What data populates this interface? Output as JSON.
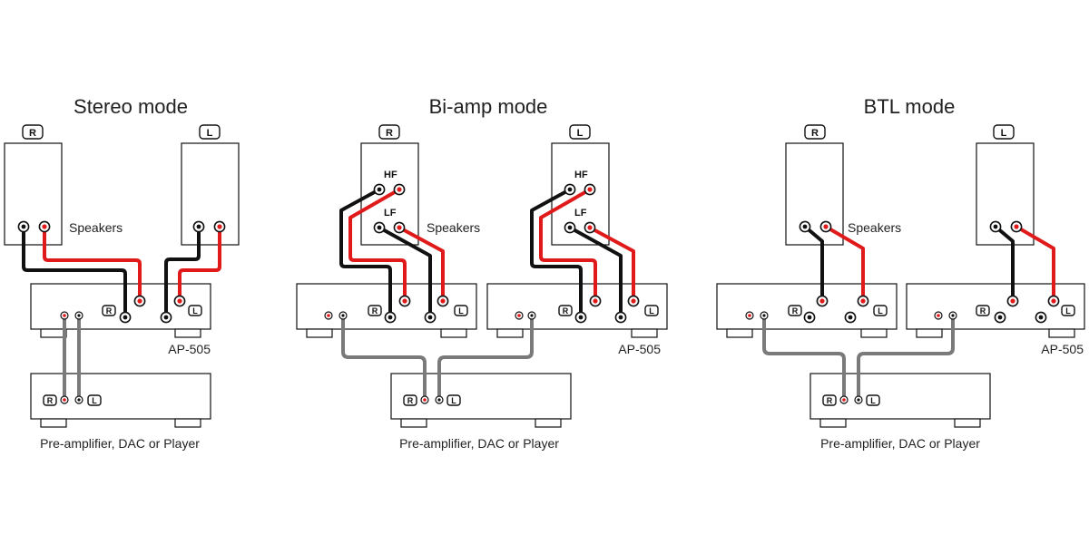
{
  "colors": {
    "positive_wire": "#e01a1a",
    "negative_wire": "#111111",
    "signal_cable": "#7a7a7a"
  },
  "panels": [
    {
      "title": "Stereo mode",
      "speaker_left_tag": "R",
      "speaker_right_tag": "L",
      "speakers_label": "Speakers",
      "amp_label": "AP-505",
      "amp_out_r": "R",
      "amp_out_l": "L",
      "source_label": "Pre-amplifier, DAC or Player",
      "source_r": "R",
      "source_l": "L"
    },
    {
      "title": "Bi-amp mode",
      "speaker_left_tag": "R",
      "speaker_right_tag": "L",
      "hf": "HF",
      "lf": "LF",
      "speakers_label": "Speakers",
      "amp_label": "AP-505",
      "amp_out_r": "R",
      "amp_out_l": "L",
      "source_label": "Pre-amplifier, DAC or Player",
      "source_r": "R",
      "source_l": "L"
    },
    {
      "title": "BTL mode",
      "speaker_left_tag": "R",
      "speaker_right_tag": "L",
      "speakers_label": "Speakers",
      "amp_label": "AP-505",
      "amp_out_r": "R",
      "amp_out_l": "L",
      "source_label": "Pre-amplifier, DAC or Player",
      "source_r": "R",
      "source_l": "L"
    }
  ]
}
